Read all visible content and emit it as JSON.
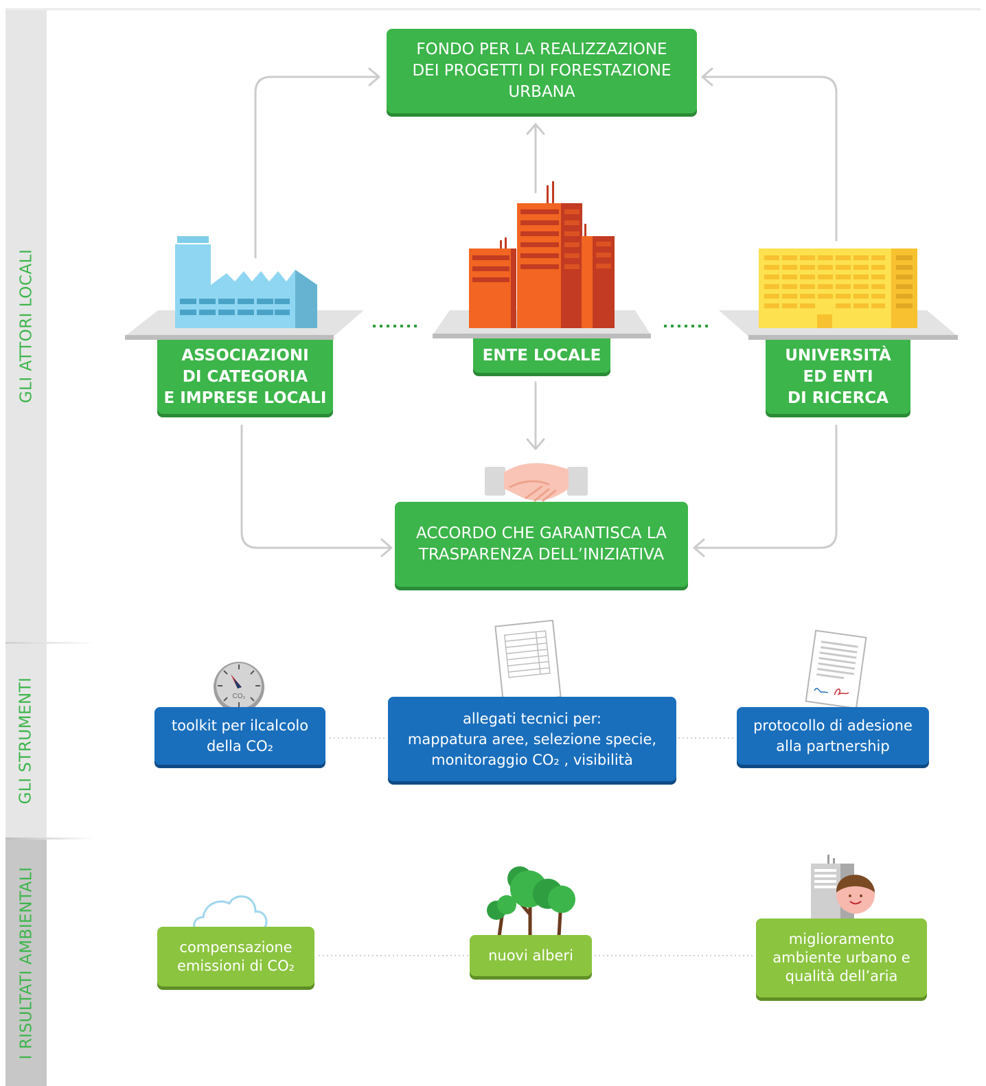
{
  "sidebar": {
    "actors": "GLI ATTORI LOCALI",
    "tools": "GLI STRUMENTI",
    "results": "I RISULTATI AMBIENTALI"
  },
  "top_box": {
    "line1": "FONDO PER LA REALIZZAZIONE",
    "line2": "DEI PROGETTI DI FORESTAZIONE",
    "line3": "URBANA"
  },
  "actors": {
    "associations": {
      "line1": "ASSOCIAZIONI",
      "line2": "DI CATEGORIA",
      "line3": "E IMPRESE LOCALI"
    },
    "local_entity": {
      "line1": "ENTE LOCALE"
    },
    "university": {
      "line1": "UNIVERSITÀ",
      "line2": "ED ENTI",
      "line3": "DI RICERCA"
    }
  },
  "agreement_box": {
    "line1": "ACCORDO CHE GARANTISCA LA",
    "line2": "TRASPARENZA DELL’INIZIATIVA"
  },
  "tools": {
    "toolkit": {
      "line1": "toolkit per ilcalcolo",
      "line2": "della CO₂"
    },
    "attachments": {
      "line1": "allegati tecnici per:",
      "line2": "mappatura aree, selezione specie,",
      "line3": "monitoraggio CO₂ , visibilità"
    },
    "protocol": {
      "line1": "protocollo di adesione",
      "line2": "alla partnership"
    },
    "gauge_label": "CO₂"
  },
  "results": {
    "compensation": {
      "line1": "compensazione",
      "line2": "emissioni di CO₂"
    },
    "trees": {
      "line1": "nuovi alberi"
    },
    "improvement": {
      "line1": "miglioramento",
      "line2": "ambiente urbano e",
      "line3": "qualità dell’aria"
    }
  },
  "colors": {
    "green": "#3cb54a",
    "blue": "#1a6fbd",
    "lime": "#8bc43f",
    "sidebar_bg": "#e6e6e6",
    "sidebar_bg_dark": "#c7c7c7",
    "connector": "#cccccc"
  },
  "icons": [
    "factory-icon",
    "city-buildings-icon",
    "university-building-icon",
    "handshake-icon",
    "co2-gauge-icon",
    "document-table-icon",
    "signed-document-icon",
    "cloud-icon",
    "trees-icon",
    "person-building-icon"
  ]
}
